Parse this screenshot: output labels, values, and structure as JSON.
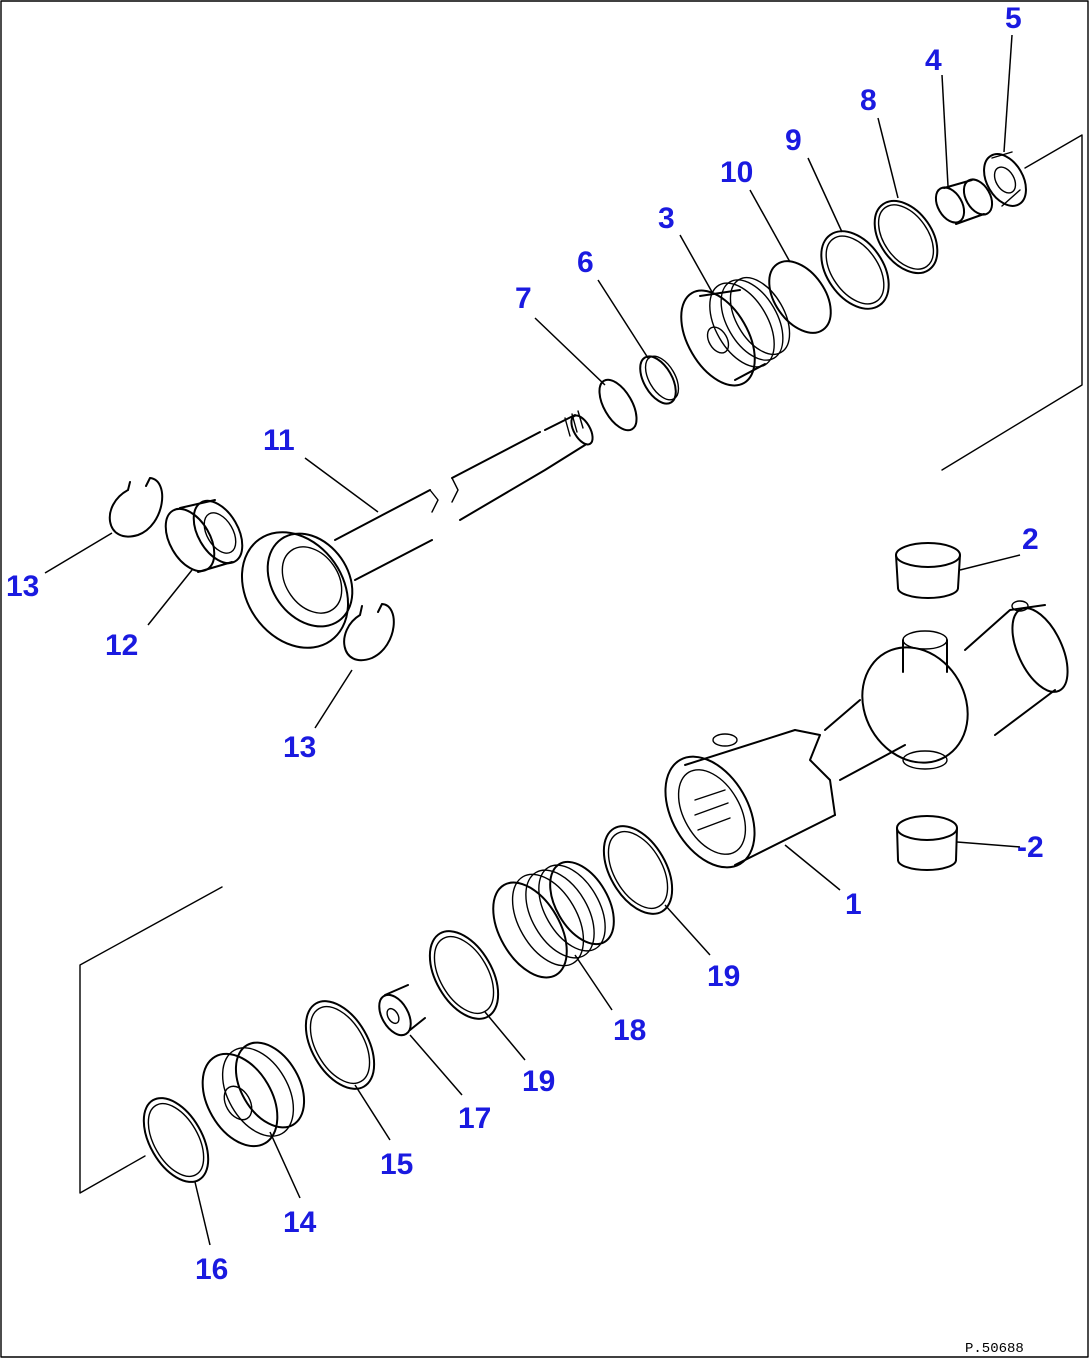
{
  "callouts": [
    {
      "id": "c1",
      "text": "1"
    },
    {
      "id": "c2a",
      "text": "2"
    },
    {
      "id": "c2b",
      "text": "-2"
    },
    {
      "id": "c3",
      "text": "3"
    },
    {
      "id": "c4",
      "text": "4"
    },
    {
      "id": "c5",
      "text": "5"
    },
    {
      "id": "c6",
      "text": "6"
    },
    {
      "id": "c7",
      "text": "7"
    },
    {
      "id": "c8",
      "text": "8"
    },
    {
      "id": "c9",
      "text": "9"
    },
    {
      "id": "c10",
      "text": "10"
    },
    {
      "id": "c11",
      "text": "11"
    },
    {
      "id": "c12",
      "text": "12"
    },
    {
      "id": "c13a",
      "text": "13"
    },
    {
      "id": "c13b",
      "text": "13"
    },
    {
      "id": "c14",
      "text": "14"
    },
    {
      "id": "c15",
      "text": "15"
    },
    {
      "id": "c16",
      "text": "16"
    },
    {
      "id": "c17",
      "text": "17"
    },
    {
      "id": "c18",
      "text": "18"
    },
    {
      "id": "c19a",
      "text": "19"
    },
    {
      "id": "c19b",
      "text": "19"
    }
  ],
  "drawing_number": "P.50688",
  "colors": {
    "callout": "#1a1ae0",
    "line": "#000000",
    "background": "#ffffff"
  }
}
